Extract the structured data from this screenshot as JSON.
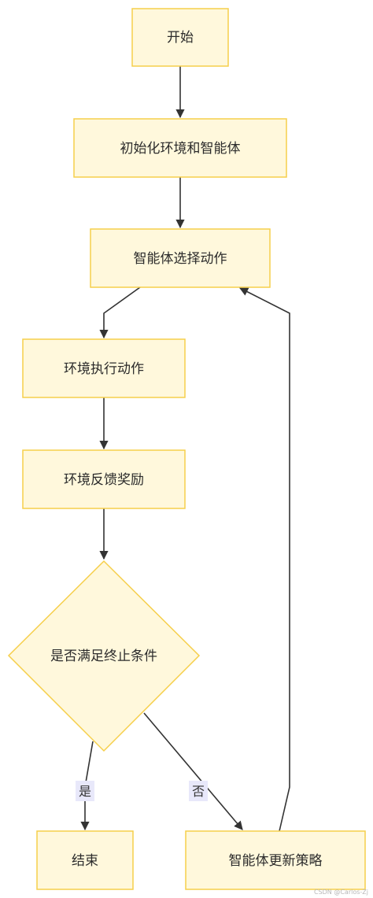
{
  "nodes": {
    "start": "开始",
    "init": "初始化环境和智能体",
    "select_action": "智能体选择动作",
    "execute_action": "环境执行动作",
    "feedback": "环境反馈奖励",
    "decision": "是否满足终止条件",
    "end": "结束",
    "update_policy": "智能体更新策略"
  },
  "edge_labels": {
    "yes": "是",
    "no": "否"
  },
  "watermark": "CSDN @Carlos-Zj",
  "colors": {
    "node_fill": "#fff8dc",
    "node_stroke": "#f6cf4b",
    "edge": "#333333",
    "edge_label_bg": "#e8e8fa"
  }
}
